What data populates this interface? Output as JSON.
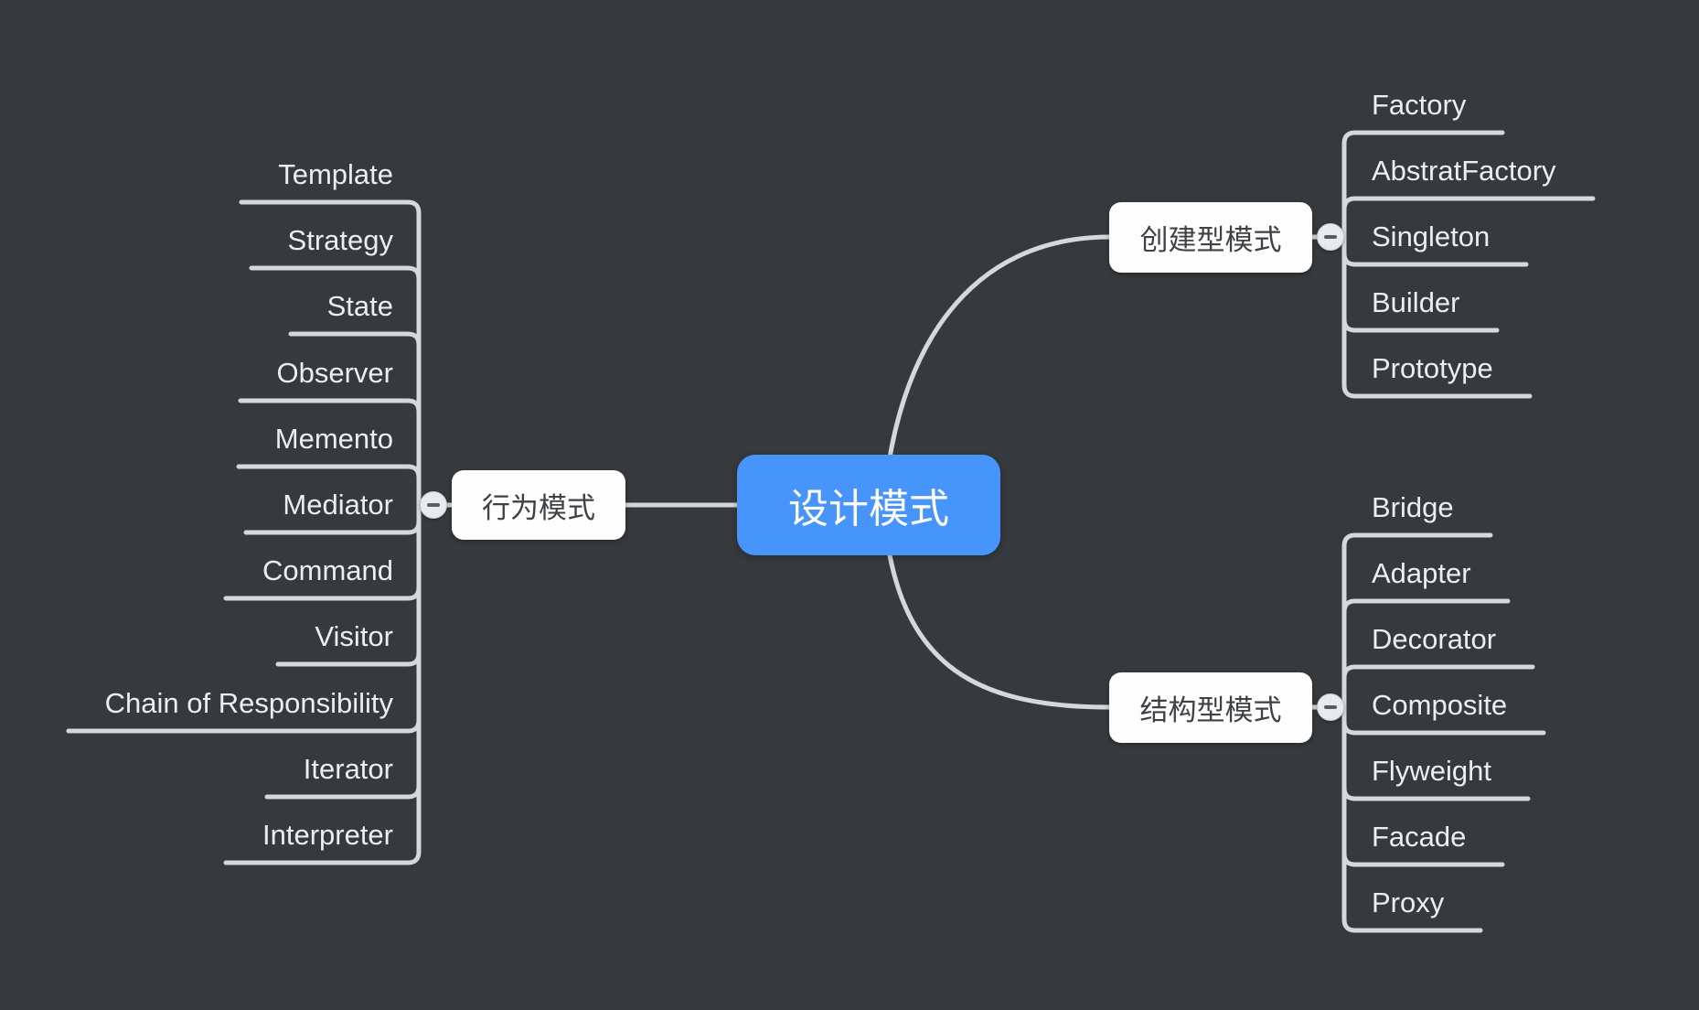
{
  "canvas": {
    "background_color": "#363a3d",
    "line_color": "#d6d7d8",
    "accent_blue": "#4794fa",
    "topic_box_color": "#fdfdfd",
    "topic_text_color": "#3e4246",
    "child_text_color": "#ecedee"
  },
  "icons": {
    "collapse": "minus-icon"
  },
  "root": {
    "label": "设计模式"
  },
  "branches": [
    {
      "label": "行为模式",
      "side": "left",
      "children": [
        "Template",
        "Strategy",
        "State",
        "Observer",
        "Memento",
        "Mediator",
        "Command",
        "Visitor",
        "Chain of Responsibility",
        "Iterator",
        "Interpreter"
      ]
    },
    {
      "label": "创建型模式",
      "side": "right-top",
      "children": [
        "Factory",
        "AbstratFactory",
        "Singleton",
        "Builder",
        "Prototype"
      ]
    },
    {
      "label": "结构型模式",
      "side": "right-bottom",
      "children": [
        "Bridge",
        "Adapter",
        "Decorator",
        "Composite",
        "Flyweight",
        "Facade",
        "Proxy"
      ]
    }
  ]
}
